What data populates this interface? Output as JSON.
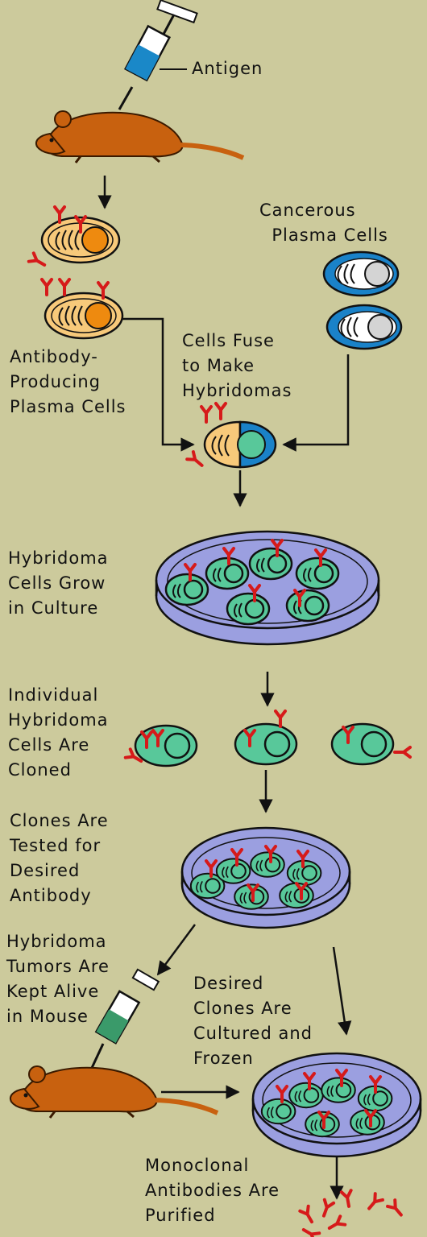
{
  "labels": {
    "antigen": "Antigen",
    "cancerous": "Cancerous\n  Plasma Cells",
    "producing": "Antibody-\nProducing\nPlasma Cells",
    "fuse": "Cells Fuse\nto Make\nHybridomas",
    "grow": "Hybridoma\nCells Grow\nin Culture",
    "cloned": "Individual\nHybridoma\nCells Are\nCloned",
    "tested": "Clones Are\nTested for\nDesired\nAntibody",
    "tumors": "Hybridoma\nTumors Are\nKept Alive\nin Mouse",
    "cultured": "Desired\nClones Are\nCultured and\nFrozen",
    "purified": "Monoclonal\nAntibodies Are\nPurified"
  },
  "colors": {
    "background": "#ccca9c",
    "mouse": "#c8610f",
    "antibody": "#d61a1a",
    "plasma_outer": "#f7c97a",
    "plasma_nucleus": "#ee8a0f",
    "cancer_outer": "#1a82c8",
    "cancer_nucleus": "#d4d4d4",
    "hybridoma": "#58c89a",
    "dish": "#9b9fe0",
    "antigen_fluid": "#1a88c8",
    "tumor_fluid": "#3a9a6a"
  }
}
